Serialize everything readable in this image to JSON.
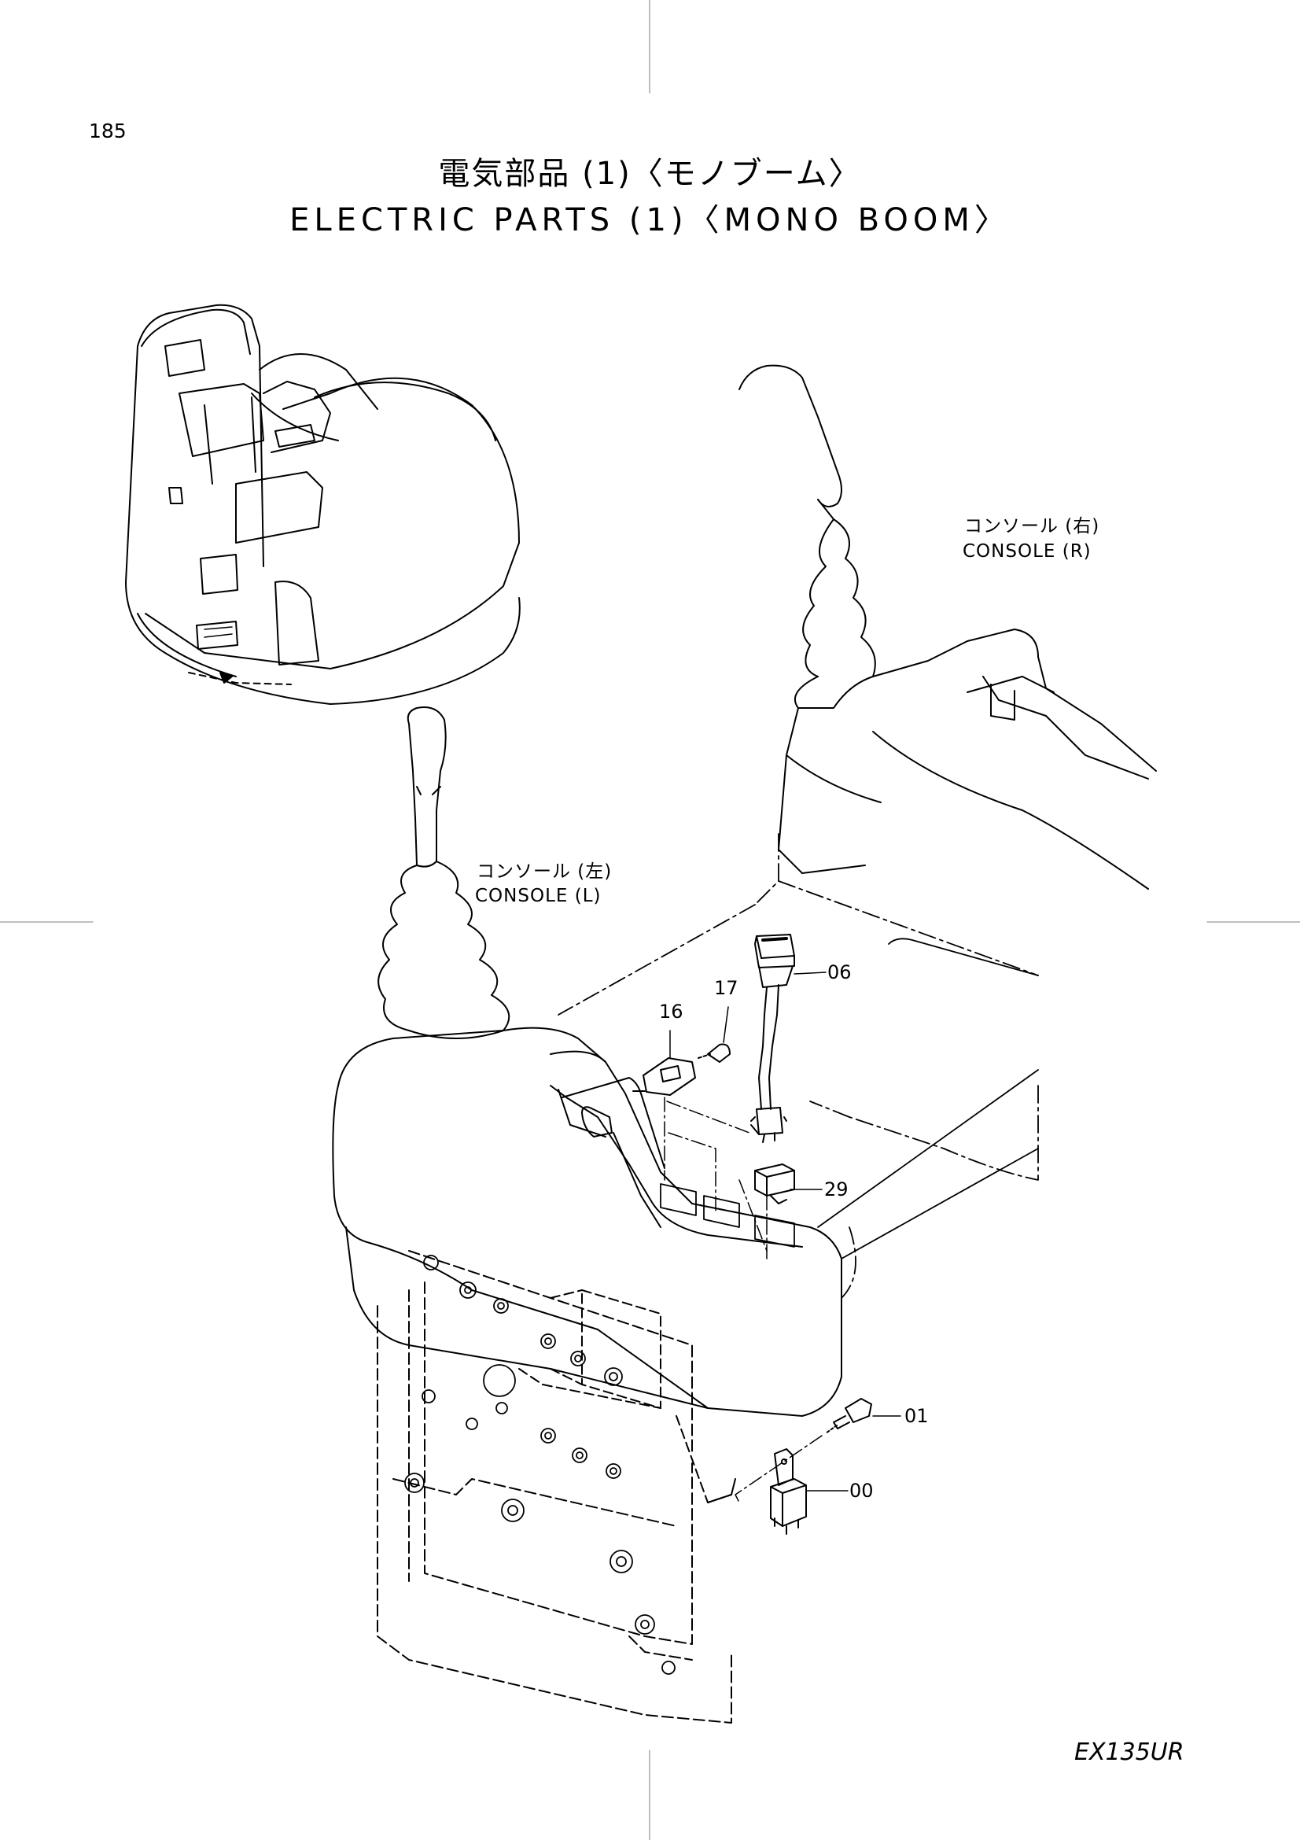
{
  "page": {
    "number": "185",
    "title_jp": "電気部品 (1)〈モノブーム〉",
    "title_en": "ELECTRIC PARTS (1)〈MONO BOOM〉",
    "model": "EX135UR"
  },
  "labels": {
    "console_right_jp": "コンソール (右)",
    "console_right_en": "CONSOLE (R)",
    "console_left_jp": "コンソール (左)",
    "console_left_en": "CONSOLE (L)"
  },
  "callouts": [
    "06",
    "17",
    "16",
    "29",
    "01",
    "00"
  ]
}
